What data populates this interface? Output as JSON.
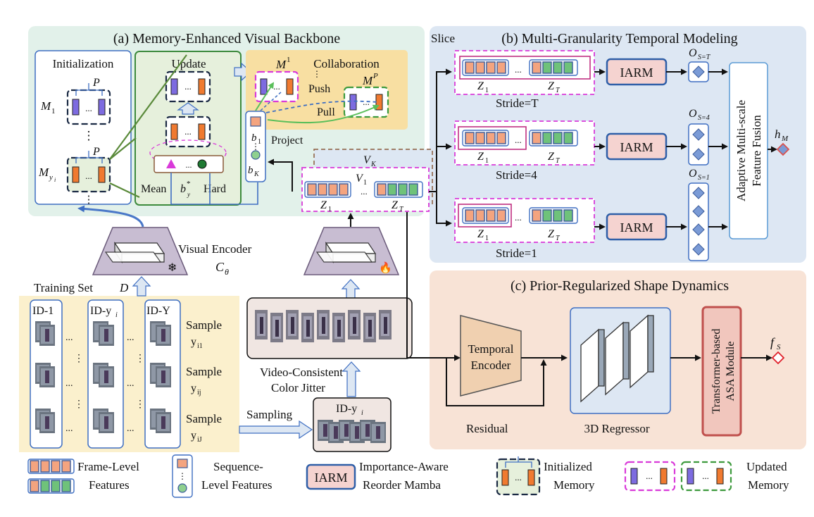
{
  "panels": {
    "a_title": "(a) Memory-Enhanced Visual Backbone",
    "b_title": "(b) Multi-Granularity Temporal Modeling",
    "c_title": "(c) Prior-Regularized Shape Dynamics"
  },
  "memory": {
    "initialization": "Initialization",
    "update": "Update",
    "collaboration": "Collaboration",
    "p": "P",
    "m1": "M",
    "m1_sub": "1",
    "my": "M",
    "my_sub": "y",
    "my_sub2": "i",
    "mp_sup": "P",
    "m1_sup": "1",
    "push": "Push",
    "pull": "Pull",
    "project": "Project",
    "mean": "Mean",
    "hard": "Hard",
    "b_star": "b",
    "b1": "b",
    "b1_sub": "1",
    "bk": "b",
    "bk_sub": "K",
    "dots": "...",
    "vdots": "⋮"
  },
  "encoder": {
    "label": "Visual Encoder",
    "symbol": "C",
    "symbol_sub": "θ",
    "training_set": "Training Set",
    "training_set_sym": "D",
    "snow": "❄",
    "fire": "🔥"
  },
  "features": {
    "vk": "V",
    "vk_sub": "K",
    "v1": "V",
    "v1_sub": "1",
    "z1": "Z",
    "z1_sub": "1",
    "zt": "Z",
    "zt_sub": "T"
  },
  "training": {
    "id1": "ID-1",
    "idy": "ID-y",
    "idy_sub": "i",
    "idY": "ID-Y",
    "samples": [
      {
        "label": "Sample",
        "sym": "y",
        "sub": "i1"
      },
      {
        "label": "Sample",
        "sym": "y",
        "sub": "ij"
      },
      {
        "label": "Sample",
        "sym": "y",
        "sub": "iJ"
      }
    ],
    "sampling": "Sampling",
    "jitter_line1": "Video-Consistent",
    "jitter_line2": "Color Jitter",
    "sample_id": "ID-y",
    "sample_id_sub": "i"
  },
  "temporal": {
    "slice": "Slice",
    "iarm": "IARM",
    "strides": [
      "Stride=T",
      "Stride=4",
      "Stride=1"
    ],
    "o": "O",
    "o_subs": [
      "S=T",
      "S=4",
      "S=1"
    ],
    "fusion_line1": "Adaptive Multi-scale",
    "fusion_line2": "Feature Fusion",
    "hm": "h",
    "hm_sub": "M"
  },
  "shape": {
    "temporal_encoder_line1": "Temporal",
    "temporal_encoder_line2": "Encoder",
    "residual": "Residual",
    "regressor": "3D Regressor",
    "asa_line1": "Transformer-based",
    "asa_line2": "ASA Module",
    "fs": "f",
    "fs_sub": "S"
  },
  "legend": {
    "frame_line1": "Frame-Level",
    "frame_line2": "Features",
    "seq_line1": "Sequence-",
    "seq_line2": "Level Features",
    "iarm_box": "IARM",
    "iarm_line1": "Importance-Aware",
    "iarm_line2": "Reorder Mamba",
    "init_line1": "Initialized",
    "init_line2": "Memory",
    "updated_line1": "Updated",
    "updated_line2": "Memory"
  },
  "colors": {
    "panel_a_bg": "#e2f1ea",
    "panel_b_bg": "#dde7f3",
    "panel_c_bg": "#f8e3d6",
    "training_bg": "#fbf0cd",
    "collab_bg": "#f8dfa2",
    "update_bg": "#e6f0dc",
    "iarm_fill": "#f5d3d0",
    "frame_orange": "#f4a47f",
    "frame_green": "#6fc27a",
    "memory_purple": "#7d6be0",
    "memory_orange": "#f07a30",
    "magenta": "#d93ad9",
    "green_arrow": "#5bbf5b",
    "blue_arrow": "#3f6fc2",
    "diamond": "#7b9bd6",
    "hm_red": "#d9534f",
    "asa_border": "#c0504d",
    "asa_fill": "#f1c6bd"
  }
}
